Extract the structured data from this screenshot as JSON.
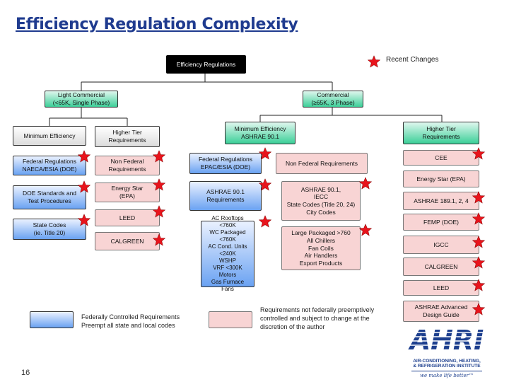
{
  "slide": {
    "title": "Efficiency Regulation Complexity",
    "page_number": "16"
  },
  "legend": {
    "recent_changes": "Recent Changes",
    "federal_text": "Federally Controlled Requirements\nPreempt all state and local codes",
    "nonfederal_text": "Requirements not federally preemptively\ncontrolled and subject to change at the\ndiscretion of the author"
  },
  "nodes": {
    "root": "Efficiency Regulations",
    "light_commercial": "Light Commercial\n(<65K, Single Phase)",
    "commercial": "Commercial\n(≥65K, 3 Phase)",
    "lc_min_eff": "Minimum Efficiency",
    "lc_higher_tier": "Higher Tier\nRequirements",
    "lc_fed_regs": "Federal Regulations\nNAECA/ESIA (DOE)",
    "lc_doe_standards": "DOE Standards and\nTest Procedures",
    "lc_state_codes": "State Codes\n(ie. Title 20)",
    "lc_non_federal": "Non Federal\nRequirements",
    "lc_energy_star": "Energy Star\n(EPA)",
    "lc_leed": "LEED",
    "lc_calgreen": "CALGREEN",
    "c_min_eff": "Minimum Efficiency\nASHRAE 90.1",
    "c_fed_regs": "Federal Regulations\nEPAC/ESIA (DOE)",
    "c_ashrae_req": "ASHRAE 90.1\nRequirements",
    "c_products": "AC Rooftops <760K\nWC Packaged <760K\nAC Cond. Units <240K\nWSHP\nVRF <300K\nMotors\nGas Furnace\nFans",
    "c_non_federal": "Non Federal Requirements",
    "c_state_codes": "ASHRAE 90.1,\nIECC\nState Codes (Title 20, 24)\nCity Codes",
    "c_large_packaged": "Large Packaged >760\nAll Chillers\nFan Coils\nAir Handlers\nExport Products",
    "ht_header": "Higher Tier\nRequirements",
    "ht_cee": "CEE",
    "ht_energy_star": "Energy Star (EPA)",
    "ht_ashrae189": "ASHRAE 189.1, 2, 4",
    "ht_femp": "FEMP (DOE)",
    "ht_igcc": "IGCC",
    "ht_calgreen": "CALGREEN",
    "ht_leed": "LEED",
    "ht_ashrae_adv": "ASHRAE Advanced\nDesign Guide"
  },
  "logo": {
    "name": "AHRI",
    "line1": "AIR-CONDITIONING, HEATING,",
    "line2": "& REFRIGERATION INSTITUTE",
    "tagline": "we make life better™"
  },
  "colors": {
    "title": "#1f3b8f",
    "star": "#e8141c",
    "green": "#3ccf98",
    "blue": "#6aa2f2",
    "pink": "#f8d4d4",
    "logo_blue": "#1d3f8e"
  }
}
